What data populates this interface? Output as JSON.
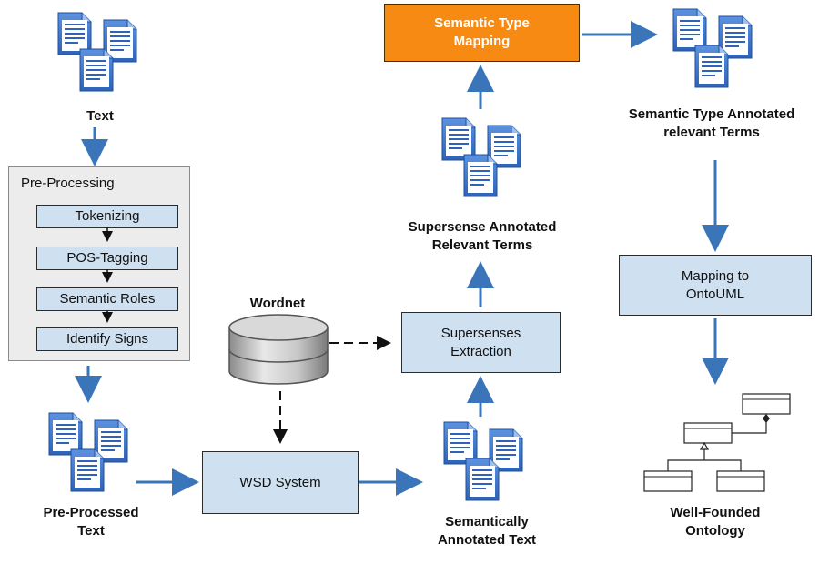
{
  "preprocessing": {
    "title": "Pre-Processing",
    "steps": [
      "Tokenizing",
      "POS-Tagging",
      "Semantic Roles",
      "Identify Signs"
    ]
  },
  "nodes": {
    "text_label": "Text",
    "preprocessed_label_1": "Pre-Processed",
    "preprocessed_label_2": "Text",
    "wordnet_label": "Wordnet",
    "wsd_system": "WSD System",
    "semantically_annotated_1": "Semantically",
    "semantically_annotated_2": "Annotated Text",
    "supersenses_extraction_1": "Supersenses",
    "supersenses_extraction_2": "Extraction",
    "supersense_annotated_1": "Supersense Annotated",
    "supersense_annotated_2": "Relevant Terms",
    "semantic_type_mapping_1": "Semantic Type",
    "semantic_type_mapping_2": "Mapping",
    "semantic_type_annotated_1": "Semantic Type Annotated",
    "semantic_type_annotated_2": "relevant Terms",
    "mapping_ontouml_1": "Mapping to",
    "mapping_ontouml_2": "OntoUML",
    "well_founded_1": "Well-Founded",
    "well_founded_2": "Ontology"
  },
  "colors": {
    "process_box": "#cfe0f1",
    "highlight_box": "#f78a12",
    "arrow": "#3a74b9",
    "document": "#3a6fc2"
  },
  "icons": [
    "document-stack-icon",
    "database-icon",
    "uml-class-diagram-icon"
  ]
}
